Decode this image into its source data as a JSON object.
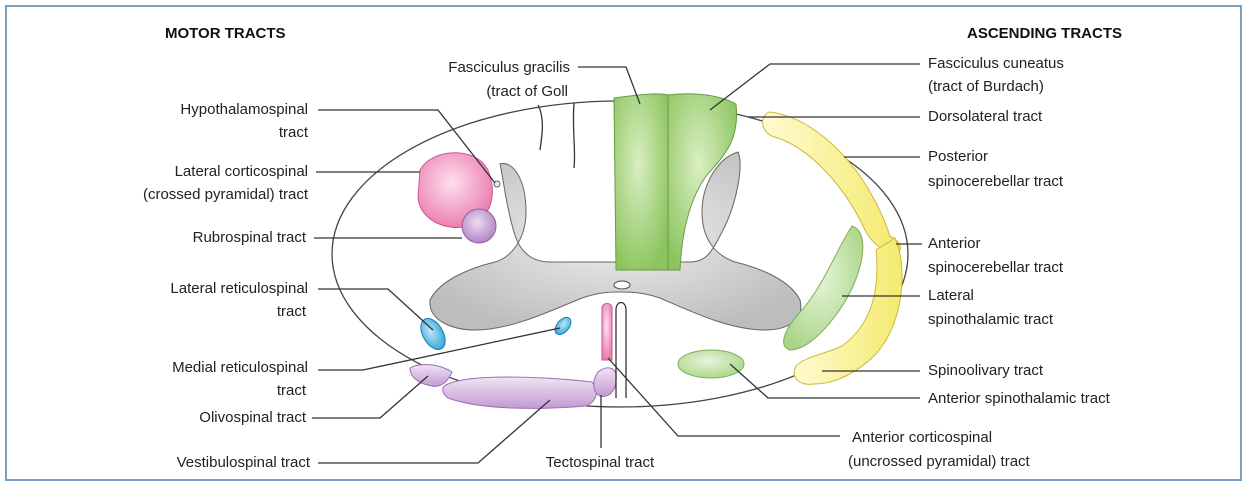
{
  "headers": {
    "left": "MOTOR TRACTS",
    "right": "ASCENDING TRACTS"
  },
  "labels": {
    "fasciculus_gracilis": [
      "Fasciculus gracilis",
      "(tract of Goll"
    ],
    "hypothalamospinal": [
      "Hypothalamospinal",
      "tract"
    ],
    "lateral_corticospinal": [
      "Lateral corticospinal",
      "(crossed pyramidal) tract"
    ],
    "rubrospinal": [
      "Rubrospinal tract"
    ],
    "lateral_reticulospinal": [
      "Lateral reticulospinal",
      "tract"
    ],
    "medial_reticulospinal": [
      "Medial reticulospinal",
      "tract"
    ],
    "olivospinal": [
      "Olivospinal tract"
    ],
    "vestibulospinal": [
      "Vestibulospinal tract"
    ],
    "tectospinal": [
      "Tectospinal tract"
    ],
    "fasciculus_cuneatus": [
      "Fasciculus cuneatus",
      "(tract of Burdach)"
    ],
    "dorsolateral": [
      "Dorsolateral tract"
    ],
    "posterior_spinocerebellar": [
      "Posterior",
      "spinocerebellar tract"
    ],
    "anterior_spinocerebellar": [
      "Anterior",
      "spinocerebellar tract"
    ],
    "lateral_spinothalamic": [
      "Lateral",
      "spinothalamic tract"
    ],
    "spinoolivary": [
      "Spinoolivary tract"
    ],
    "anterior_spinothalamic": [
      "Anterior spinothalamic tract"
    ],
    "anterior_corticospinal": [
      "Anterior corticospinal",
      "(uncrossed pyramidal) tract"
    ]
  },
  "colors": {
    "frame_border": "#7f9cc6",
    "grey_matter": "#d3d3d3",
    "dorsal_column": "#a5d37a",
    "spinocerebellar": "#f7f08a",
    "spinothalamic": "#b6da95",
    "corticospinal": "#f3a2c6",
    "rubrospinal": "#c9a3d6",
    "reticulospinal": "#4fb5e0",
    "vestibulospinal": "#d2a8dc"
  }
}
